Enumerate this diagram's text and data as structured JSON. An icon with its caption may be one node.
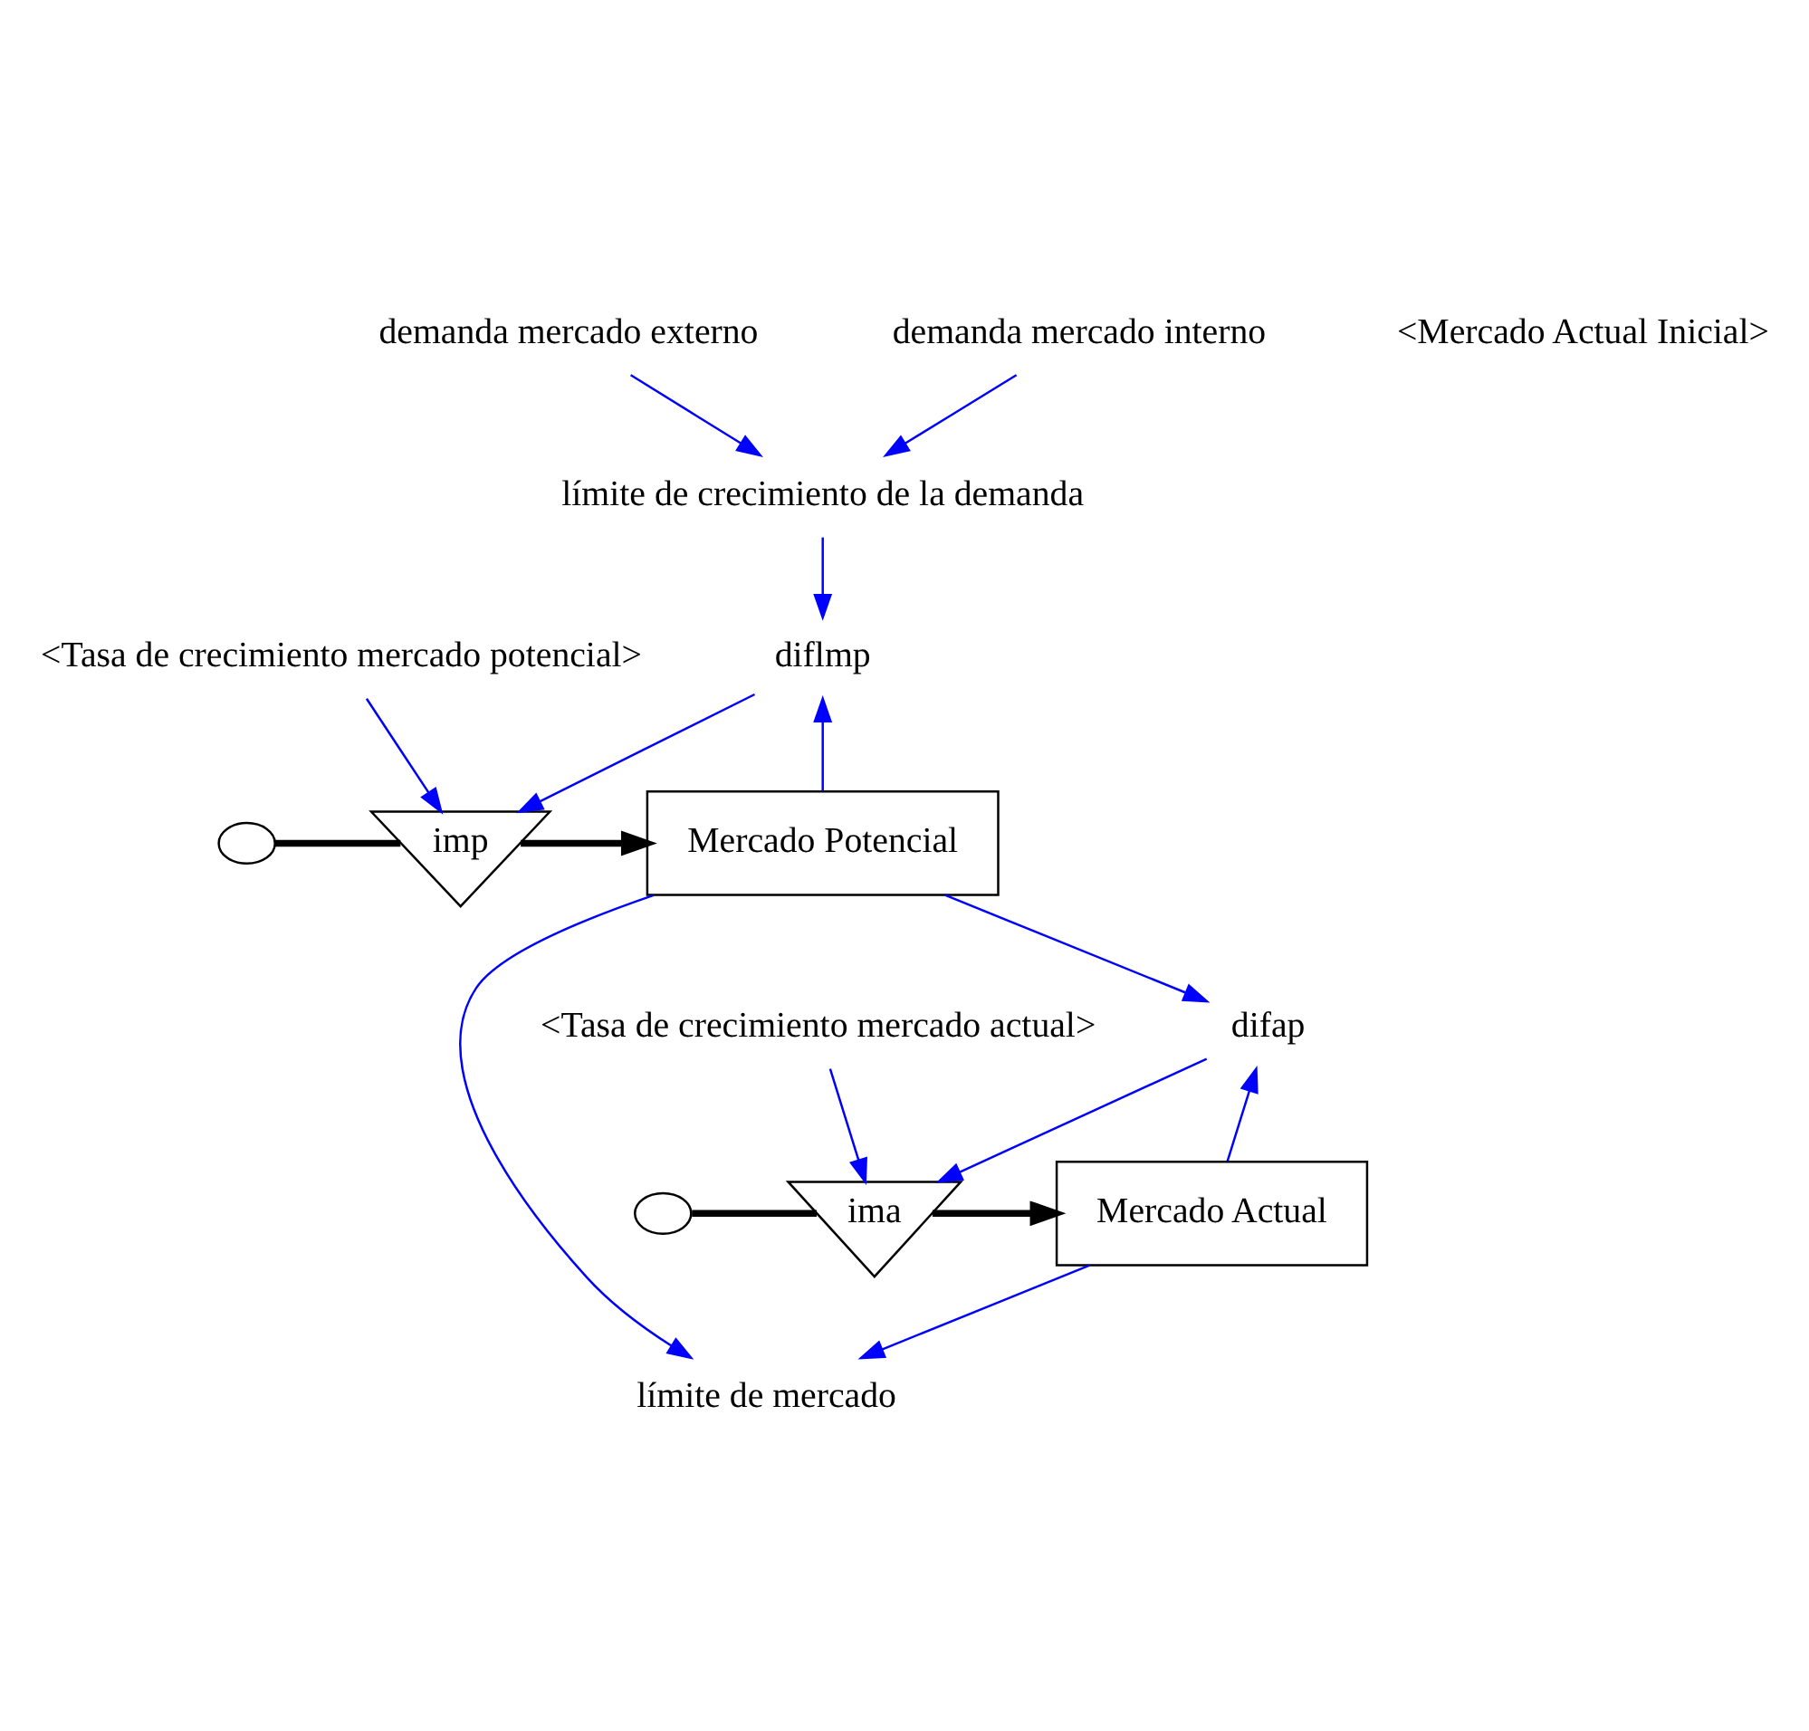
{
  "diagram": {
    "nodes": [
      {
        "text": [
          "demanda mercado externo"
        ]
      },
      {
        "text": [
          "límite de crecimiento de la demanda"
        ]
      },
      {
        "text": [
          "demanda mercado interno"
        ]
      },
      {
        "text": [
          "diflmp"
        ]
      },
      {
        "text": [],
        "shape": "cloud"
      },
      {
        "text": [
          "imp"
        ]
      },
      {
        "text": [
          "Mercado Potencial"
        ]
      },
      {
        "text": [
          "<Tasa de crecimiento mercado potencial>"
        ]
      },
      {
        "text": [
          "difap"
        ]
      },
      {
        "text": [
          "límite de mercado"
        ]
      },
      {
        "text": [],
        "shape": "cloud"
      },
      {
        "text": [
          "ima"
        ]
      },
      {
        "text": [
          "Mercado Actual"
        ]
      },
      {
        "text": [
          "<Tasa de crecimiento mercado actual>"
        ]
      }
    ],
    "edges": [
      {
        "from": 0,
        "to": 1,
        "arrow": "to"
      },
      {
        "from": 2,
        "to": 1,
        "arrow": "to"
      },
      {
        "from": 1,
        "to": 3,
        "arrow": "to"
      },
      {
        "from": 6,
        "to": 3,
        "arrow": "to"
      },
      {
        "from": 3,
        "to": 5,
        "arrow": "to"
      },
      {
        "from": 7,
        "to": 5,
        "arrow": "to"
      },
      {
        "from": 4,
        "to": 5,
        "arrow": "none",
        "style": "thick",
        "color": "#000000"
      },
      {
        "from": 5,
        "to": 6,
        "arrow": "to",
        "style": "thick",
        "color": "#000000"
      },
      {
        "from": 6,
        "to": 8,
        "arrow": "to"
      },
      {
        "from": 6,
        "to": 9,
        "arrow": "to"
      },
      {
        "from": 12,
        "to": 8,
        "arrow": "to"
      },
      {
        "from": 12,
        "to": 9,
        "arrow": "to"
      },
      {
        "from": 8,
        "to": 11,
        "arrow": "to"
      },
      {
        "from": 13,
        "to": 11,
        "arrow": "to"
      },
      {
        "from": 10,
        "to": 11,
        "arrow": "none",
        "style": "thick",
        "color": "#000000"
      },
      {
        "from": 11,
        "to": 12,
        "arrow": "to",
        "style": "thick",
        "color": "#000000"
      }
    ],
    "labels": [
      "<Mercado Actual Inicial>"
    ]
  }
}
